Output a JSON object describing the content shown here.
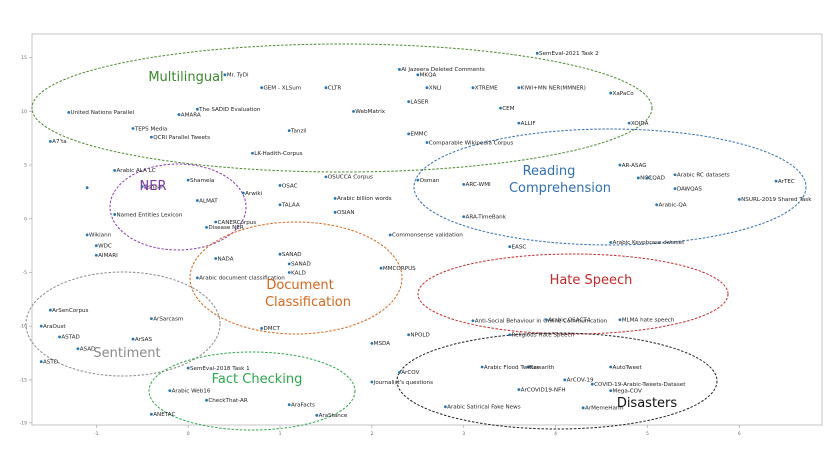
{
  "chart_data": {
    "type": "scatter",
    "title": "",
    "xlabel": "",
    "ylabel": "",
    "xlim": [
      -1.7,
      6.9
    ],
    "ylim": [
      -19.2,
      17.2
    ],
    "x_ticks": [
      -1,
      0,
      1,
      2,
      3,
      4,
      5,
      6
    ],
    "y_ticks": [
      15,
      10,
      5,
      0,
      -5,
      -10,
      -15,
      -19
    ],
    "grid": false,
    "series": [
      {
        "color": "#1f77b4",
        "points": [
          {
            "label": "SemEval-2021 Task 2",
            "x": 3.8,
            "y": 15.4
          },
          {
            "label": "Al Jazeera Deleted Comments",
            "x": 2.3,
            "y": 13.9
          },
          {
            "label": "Mr. TyDi",
            "x": 0.4,
            "y": 13.4
          },
          {
            "label": "MKQA",
            "x": 2.5,
            "y": 13.4
          },
          {
            "label": "GEM - XLSum",
            "x": 0.8,
            "y": 12.2
          },
          {
            "label": "XNLI",
            "x": 2.6,
            "y": 12.2
          },
          {
            "label": "XTREME",
            "x": 3.1,
            "y": 12.2
          },
          {
            "label": "KIWI+MN NER(MMNER)",
            "x": 3.6,
            "y": 12.2
          },
          {
            "label": "CLTR",
            "x": 1.5,
            "y": 12.2
          },
          {
            "label": "WebMatrix",
            "x": 1.8,
            "y": 10.0
          },
          {
            "label": "LASER",
            "x": 2.4,
            "y": 10.9
          },
          {
            "label": "XaPaCo",
            "x": 4.6,
            "y": 11.7
          },
          {
            "label": "The SADID Evaluation",
            "x": 0.1,
            "y": 10.2
          },
          {
            "label": "United Nations Parallel",
            "x": -1.3,
            "y": 9.9
          },
          {
            "label": "AMARA",
            "x": -0.1,
            "y": 9.7
          },
          {
            "label": "CEM",
            "x": 3.4,
            "y": 10.3
          },
          {
            "label": "ALLIF",
            "x": 3.6,
            "y": 8.9
          },
          {
            "label": "XOIDA",
            "x": 4.8,
            "y": 8.9
          },
          {
            "label": "TEPS Media",
            "x": -0.6,
            "y": 8.4
          },
          {
            "label": "QCRI Parallel Tweets",
            "x": -0.4,
            "y": 7.6
          },
          {
            "label": "Tanzil",
            "x": 1.1,
            "y": 8.2
          },
          {
            "label": "EMMC",
            "x": 2.4,
            "y": 7.9
          },
          {
            "label": "A7'ta",
            "x": -1.5,
            "y": 7.2
          },
          {
            "label": "Comparable Wikipedia Corpus",
            "x": 2.6,
            "y": 7.1
          },
          {
            "label": "LK-Hadith-Corpus",
            "x": 0.7,
            "y": 6.1
          },
          {
            "label": "Arabic ALA LC",
            "x": -0.8,
            "y": 4.5
          },
          {
            "label": "Shamela",
            "x": 0.0,
            "y": 3.6
          },
          {
            "label": "OSUCCA Corpus",
            "x": 1.5,
            "y": 3.9
          },
          {
            "label": "OSAC",
            "x": 1.0,
            "y": 3.1
          },
          {
            "label": "Osman",
            "x": 2.5,
            "y": 3.6
          },
          {
            "label": "AR-ASAG",
            "x": 4.7,
            "y": 5.0
          },
          {
            "label": "NCC",
            "x": 4.9,
            "y": 3.8
          },
          {
            "label": "LQAD",
            "x": 5.0,
            "y": 3.8
          },
          {
            "label": "Arabic RC datasets",
            "x": 5.3,
            "y": 4.1
          },
          {
            "label": "ArTEC",
            "x": 6.4,
            "y": 3.5
          },
          {
            "label": "ARC-WMI",
            "x": 3.0,
            "y": 3.2
          },
          {
            "label": "DAWQAS",
            "x": 5.3,
            "y": 2.8
          },
          {
            "label": "NSURL-2019 Shared Task",
            "x": 6.0,
            "y": 1.8
          },
          {
            "label": "Arabic-QA",
            "x": 5.1,
            "y": 1.3
          },
          {
            "label": "Arabic billion words",
            "x": 1.6,
            "y": 1.9
          },
          {
            "label": "Ashaar",
            "x": -0.5,
            "y": 3.0
          },
          {
            "label": "Arwiki",
            "x": 0.6,
            "y": 2.4
          },
          {
            "label": "ALMAT",
            "x": 0.1,
            "y": 1.7
          },
          {
            "label": "TALAA",
            "x": 1.0,
            "y": 1.3
          },
          {
            "label": "OSIAN",
            "x": 1.6,
            "y": 0.6
          },
          {
            "label": "ARA-TimeBank",
            "x": 3.0,
            "y": 0.2
          },
          {
            "label": "Named Entities Lexicon",
            "x": -0.8,
            "y": 0.4
          },
          {
            "label": "CANERCorpus",
            "x": 0.3,
            "y": -0.3
          },
          {
            "label": "Disease NER",
            "x": 0.2,
            "y": -0.8
          },
          {
            "label": "Commonsense validation",
            "x": 2.2,
            "y": -1.5
          },
          {
            "label": "EASC",
            "x": 3.5,
            "y": -2.6
          },
          {
            "label": "Arabic Keyphrase dataset",
            "x": 4.6,
            "y": -2.2
          },
          {
            "label": "Wikiann",
            "x": -1.1,
            "y": -1.5
          },
          {
            "label": "WDC",
            "x": -1.0,
            "y": -2.5
          },
          {
            "label": "NADA",
            "x": 0.3,
            "y": -3.7
          },
          {
            "label": "SANAD",
            "x": 1.0,
            "y": -3.3
          },
          {
            "label": "SANAD",
            "x": 1.1,
            "y": -4.2
          },
          {
            "label": "KALD",
            "x": 1.1,
            "y": -5.0
          },
          {
            "label": "AIMARI",
            "x": -1.0,
            "y": -3.4
          },
          {
            "label": "MMCORPUS",
            "x": 2.1,
            "y": -4.6
          },
          {
            "label": "Arabic document classification",
            "x": 0.1,
            "y": -5.5
          },
          {
            "label": "ArSenCorpus",
            "x": -1.5,
            "y": -8.5
          },
          {
            "label": "ArSarcasm",
            "x": -0.4,
            "y": -9.3
          },
          {
            "label": "AraOust",
            "x": -1.6,
            "y": -10.0
          },
          {
            "label": "Anti-Social Behaviour in Online Communication",
            "x": 3.1,
            "y": -9.5
          },
          {
            "label": "Arabic OSACT4",
            "x": 3.9,
            "y": -9.4
          },
          {
            "label": "MLMA hate speech",
            "x": 4.7,
            "y": -9.4
          },
          {
            "label": "DMCT",
            "x": 0.8,
            "y": -10.2
          },
          {
            "label": "ASTAD",
            "x": -1.4,
            "y": -11.0
          },
          {
            "label": "MSDA",
            "x": 2.0,
            "y": -11.6
          },
          {
            "label": "ArSAS",
            "x": -0.6,
            "y": -11.2
          },
          {
            "label": "NPOLD",
            "x": 2.4,
            "y": -10.8
          },
          {
            "label": "Religious Hate Speech",
            "x": 3.5,
            "y": -10.8
          },
          {
            "label": "ASAD",
            "x": -1.2,
            "y": -12.1
          },
          {
            "label": "ASTD",
            "x": -1.6,
            "y": -13.3
          },
          {
            "label": "SemEval-2018 Task 1",
            "x": 0.0,
            "y": -13.9
          },
          {
            "label": "ArCOV",
            "x": 2.3,
            "y": -14.3
          },
          {
            "label": "Kawarith",
            "x": 3.7,
            "y": -13.8
          },
          {
            "label": "AutoTweet",
            "x": 4.6,
            "y": -13.8
          },
          {
            "label": "Arabic Flood Twitter",
            "x": 3.2,
            "y": -13.8
          },
          {
            "label": "ArCOV-19",
            "x": 4.1,
            "y": -15.0
          },
          {
            "label": "Journalist's questions",
            "x": 2.0,
            "y": -15.2
          },
          {
            "label": "COVID-19-Arabic-Tweets-Dataset",
            "x": 4.4,
            "y": -15.4
          },
          {
            "label": "ArCOVID19-NFH",
            "x": 3.6,
            "y": -15.9
          },
          {
            "label": "Mega-COV",
            "x": 4.6,
            "y": -16.0
          },
          {
            "label": "Arabic Web16",
            "x": -0.2,
            "y": -16.0
          },
          {
            "label": "CheckThat-AR",
            "x": 0.2,
            "y": -16.9
          },
          {
            "label": "AraFacts",
            "x": 1.1,
            "y": -17.3
          },
          {
            "label": "Arabic Satirical Fake News",
            "x": 2.8,
            "y": -17.5
          },
          {
            "label": "ArMemeHarm",
            "x": 4.3,
            "y": -17.6
          },
          {
            "label": "ANETAC",
            "x": -0.4,
            "y": -18.2
          },
          {
            "label": "AraStance",
            "x": 1.4,
            "y": -18.3
          },
          {
            "label": "",
            "x": -1.1,
            "y": 2.9
          }
        ]
      }
    ],
    "cluster_labels": [
      {
        "text": "Multilingual",
        "color": "#3a8a2a"
      },
      {
        "text": "NER",
        "color": "#7b3aa8"
      },
      {
        "text": "Reading",
        "color": "#2f6fb5"
      },
      {
        "text": "Comprehension",
        "color": "#2f6fb5"
      },
      {
        "text": "Document",
        "color": "#d9651a"
      },
      {
        "text": "Classification",
        "color": "#d9651a"
      },
      {
        "text": "Hate Speech",
        "color": "#c62828"
      },
      {
        "text": "Sentiment",
        "color": "#8a8a8a"
      },
      {
        "text": "Fact Checking",
        "color": "#2aa84a"
      },
      {
        "text": "Disasters",
        "color": "#111111"
      }
    ],
    "cluster_colors": {
      "multilingual": "#4a8a2a",
      "ner": "#8a3ab0",
      "reading": "#2f6fb5",
      "document": "#d9651a",
      "hate": "#c62828",
      "sentiment": "#8a8a8a",
      "fact": "#2aa84a",
      "disasters": "#222222"
    },
    "point_color": "#1f77b4",
    "axis_color": "#b8b8b8"
  }
}
